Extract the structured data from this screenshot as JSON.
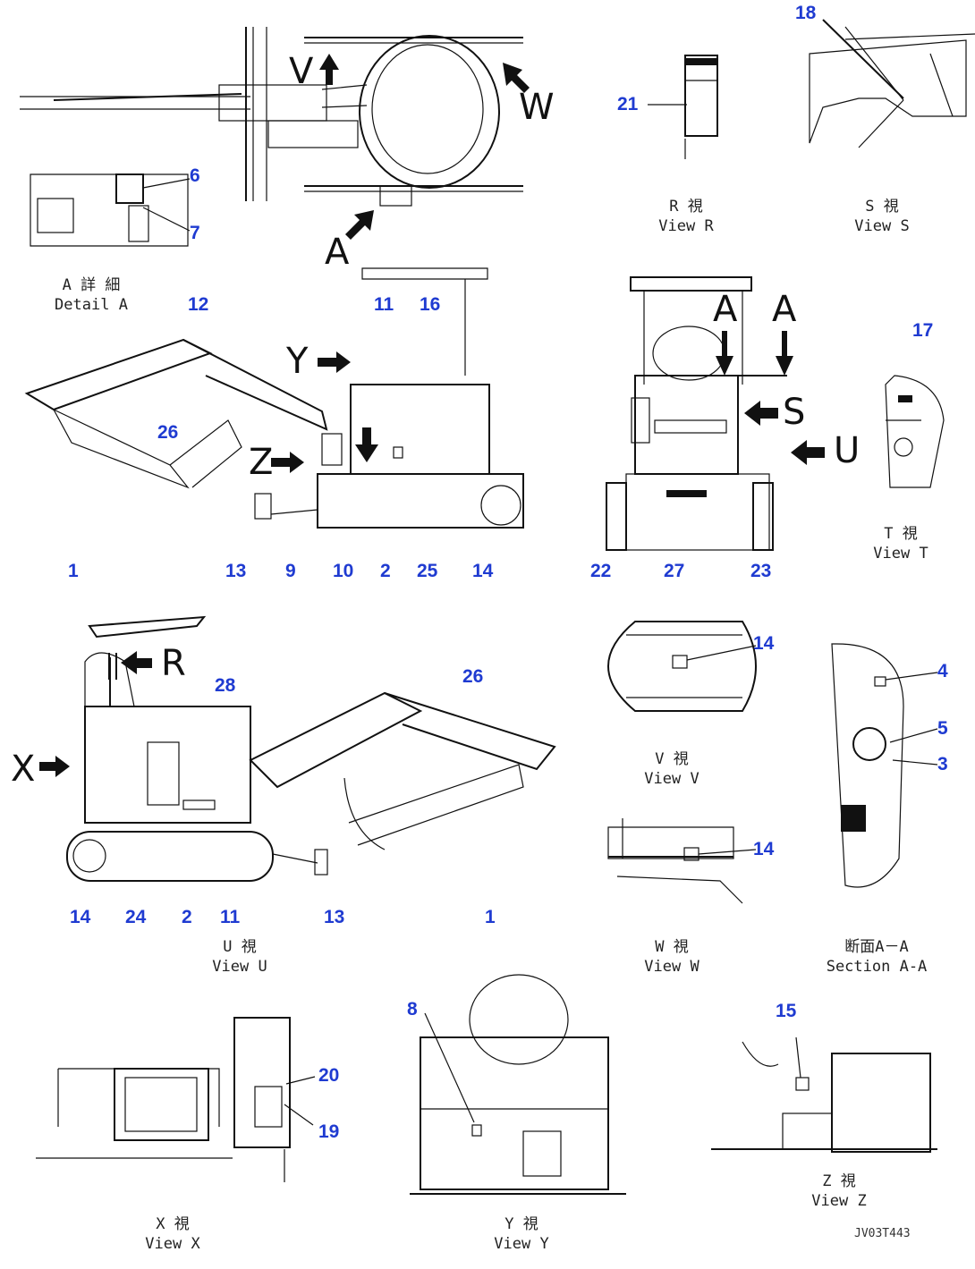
{
  "views": {
    "detail_a": {
      "line1": "A 詳 細",
      "line2": "Detail A"
    },
    "view_r": {
      "line1": "R 視",
      "line2": "View R"
    },
    "view_s": {
      "line1": "S 視",
      "line2": "View S"
    },
    "view_t": {
      "line1": "T 視",
      "line2": "View T"
    },
    "view_u": {
      "line1": "U 視",
      "line2": "View U"
    },
    "view_v": {
      "line1": "V 視",
      "line2": "View V"
    },
    "view_w": {
      "line1": "W 視",
      "line2": "View W"
    },
    "section_aa": {
      "line1": "断面A－A",
      "line2": "Section A-A"
    },
    "view_x": {
      "line1": "X 視",
      "line2": "View X"
    },
    "view_y": {
      "line1": "Y 視",
      "line2": "View Y"
    },
    "view_z": {
      "line1": "Z 視",
      "line2": "View Z"
    }
  },
  "arrows": {
    "v": "V",
    "w": "W",
    "a1": "A",
    "y": "Y",
    "z": "Z",
    "a2": "A",
    "a3": "A",
    "s": "S",
    "u": "U",
    "r": "R",
    "x": "X"
  },
  "callouts": {
    "c18": "18",
    "c6": "6",
    "c7": "7",
    "c21": "21",
    "c12": "12",
    "c11a": "11",
    "c16": "16",
    "c17": "17",
    "c26a": "26",
    "c1a": "1",
    "c13a": "13",
    "c9": "9",
    "c10": "10",
    "c2a": "2",
    "c25": "25",
    "c14a": "14",
    "c22": "22",
    "c27": "27",
    "c23": "23",
    "c28": "28",
    "c26b": "26",
    "c14b": "14",
    "c4": "4",
    "c5": "5",
    "c3": "3",
    "c14c": "14",
    "c14d": "14",
    "c24": "24",
    "c2b": "2",
    "c11b": "11",
    "c13b": "13",
    "c1b": "1",
    "c8": "8",
    "c15": "15",
    "c20": "20",
    "c19": "19"
  },
  "drawing_code": "JV03T443",
  "callout_color": "#1f3bd1"
}
